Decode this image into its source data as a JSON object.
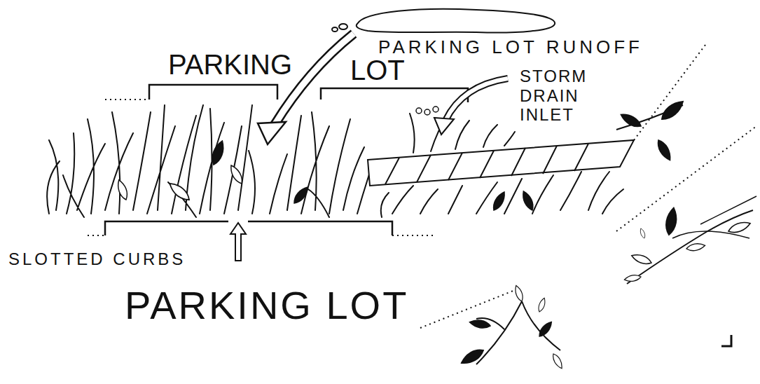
{
  "diagram": {
    "labels": [
      "PARKING",
      "LOT",
      "PARKING LOT RUNOFF",
      "STORM DRAIN INLET",
      "SLOTTED CURBS",
      "PARKING LOT"
    ]
  }
}
